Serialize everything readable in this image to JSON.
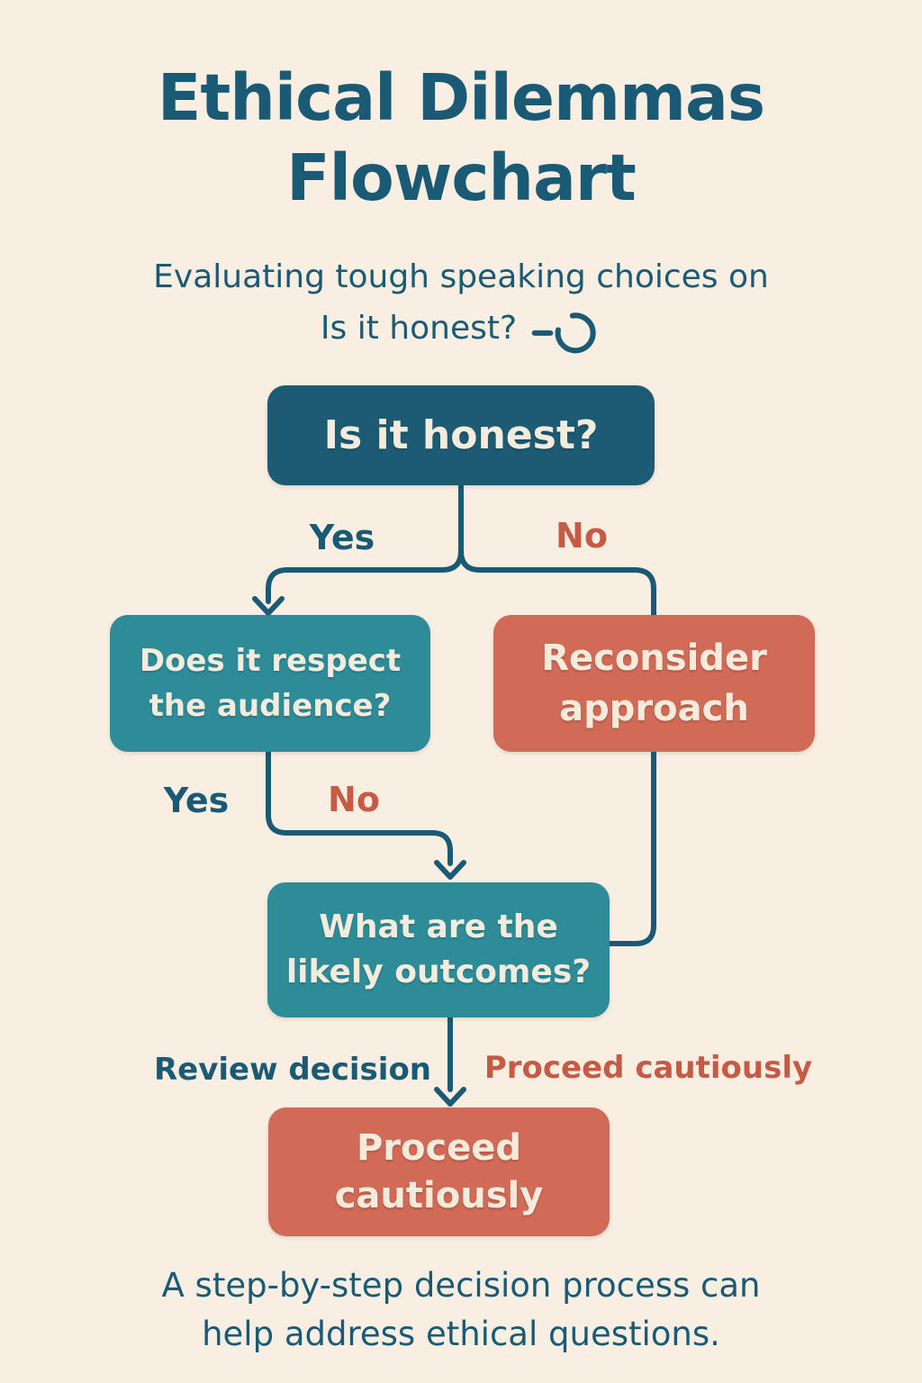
{
  "theme": {
    "background": "#f8efe2",
    "ink": "#1a5a74",
    "line": "#1a5a74",
    "teal-dark": "#1d5b74",
    "teal": "#2e8c99",
    "coral": "#d16a57",
    "coral-text": "#c75a45",
    "box-text": "#f3ecdc"
  },
  "header": {
    "title_line1": "Ethical Dilemmas",
    "title_line2": "Flowchart",
    "subtitle_line1": "Evaluating tough speaking choices on",
    "subtitle_line2": "Is it honest?",
    "subtitle_icon": "loop-circle-icon"
  },
  "nodes": {
    "honest": {
      "label": "Is it honest?",
      "color": "#1d5b74"
    },
    "audience": {
      "line1": "Does it respect",
      "line2": "the audience?",
      "color": "#2e8c99"
    },
    "reconsider": {
      "line1": "Reconsider",
      "line2": "approach",
      "color": "#d16a57"
    },
    "outcomes": {
      "line1": "What are the",
      "line2": "likely outcomes?",
      "color": "#2e8c99"
    },
    "proceed": {
      "line1": "Proceed",
      "line2": "cautiously",
      "color": "#d16a57"
    }
  },
  "edge_labels": {
    "yes1": {
      "text": "Yes",
      "color": "#1a5a74"
    },
    "no1": {
      "text": "No",
      "color": "#c75a45"
    },
    "yes2": {
      "text": "Yes",
      "color": "#1a5a74"
    },
    "no2": {
      "text": "No",
      "color": "#c75a45"
    },
    "review": {
      "text": "Review decision",
      "color": "#1a5a74"
    },
    "proceed_caution": {
      "text": "Proceed cautiously",
      "color": "#c75a45"
    }
  },
  "footer": {
    "line1": "A step-by-step decision process can",
    "line2": "help address ethical questions."
  }
}
